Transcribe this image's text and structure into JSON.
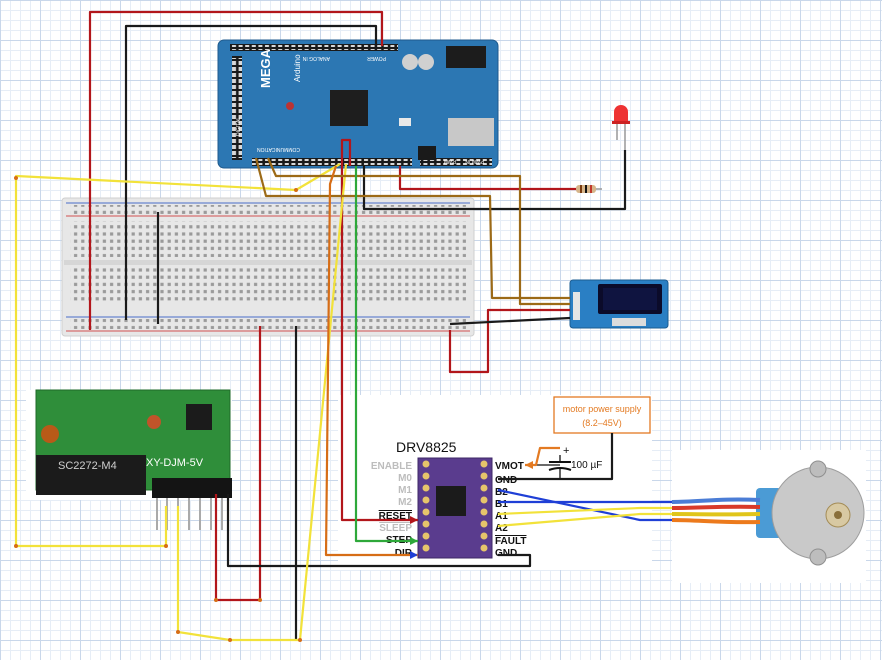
{
  "diagram": {
    "arduino": {
      "brand_text": "MEGA",
      "sub_text": "Arduino",
      "labels": [
        "DIGITAL",
        "ANALOG IN",
        "POWER",
        "COMMUNICATION",
        "PWM",
        "PWM IN"
      ]
    },
    "rf_module": {
      "chip_text": "SC2272-M4",
      "model_text": "XY-DJM-5V"
    },
    "power_supply": {
      "line1": "motor power supply",
      "line2": "(8.2–45V)"
    },
    "driver": {
      "title": "DRV8825",
      "left_pins": [
        "ENABLE",
        "M0",
        "M1",
        "M2",
        "RESET",
        "SLEEP",
        "STEP",
        "DIR"
      ],
      "right_pins": [
        "VMOT",
        "GND",
        "B2",
        "B1",
        "A1",
        "A2",
        "FAULT",
        "GND"
      ],
      "capacitor_label": "100 µF",
      "capacitor_sign": "+"
    },
    "colors": {
      "red_wire": "#b2161b",
      "black_wire": "#1a1a1a",
      "yellow_wire": "#f2e23a",
      "brown_wire": "#9c6a17",
      "orange_wire": "#d66d16",
      "green_wire": "#2ea83a",
      "blue_wire": "#1f3fd6",
      "arduino_board": "#2c77b3",
      "rf_board": "#2f8e3a",
      "driver_board": "#5a3c8e",
      "supply_box": "#e37a22"
    }
  }
}
